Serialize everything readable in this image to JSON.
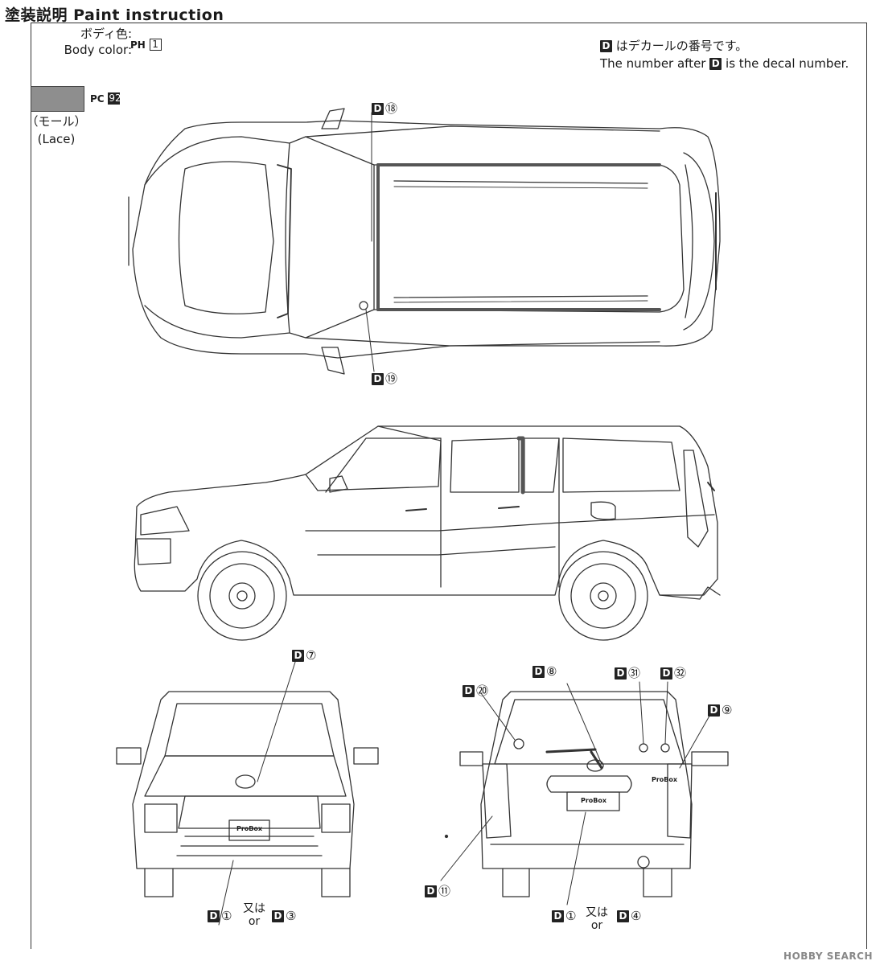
{
  "header": {
    "title": "塗装説明 Paint instruction"
  },
  "body_color": {
    "label_jp": "ボディ色",
    "label_en": "Body color",
    "paint_prefix": "PH",
    "paint_number": "1"
  },
  "lace": {
    "paint_prefix": "PC",
    "paint_number": "92",
    "label_jp": "（モール）",
    "label_en": "(Lace)",
    "swatch_color": "#8e8e8e"
  },
  "decal_note": {
    "jp": "はデカールの番号です。",
    "en_before": "The number after",
    "en_after": "is the decal number."
  },
  "decal_letter": "D",
  "callouts": {
    "top_18": "⑱",
    "top_19": "⑲",
    "front_7": "⑦",
    "front_1": "①",
    "front_3": "③",
    "rear_20": "⑳",
    "rear_8": "⑧",
    "rear_31": "㉛",
    "rear_32": "㉜",
    "rear_9": "⑨",
    "rear_11": "⑪",
    "rear_1": "①",
    "rear_4": "④"
  },
  "or_text": {
    "jp": "又は",
    "en": "or"
  },
  "badges": {
    "front_plate": "ProBox",
    "rear_plate": "ProBox",
    "rear_emblem": "ProBox"
  },
  "watermark": "HOBBY SEARCH"
}
